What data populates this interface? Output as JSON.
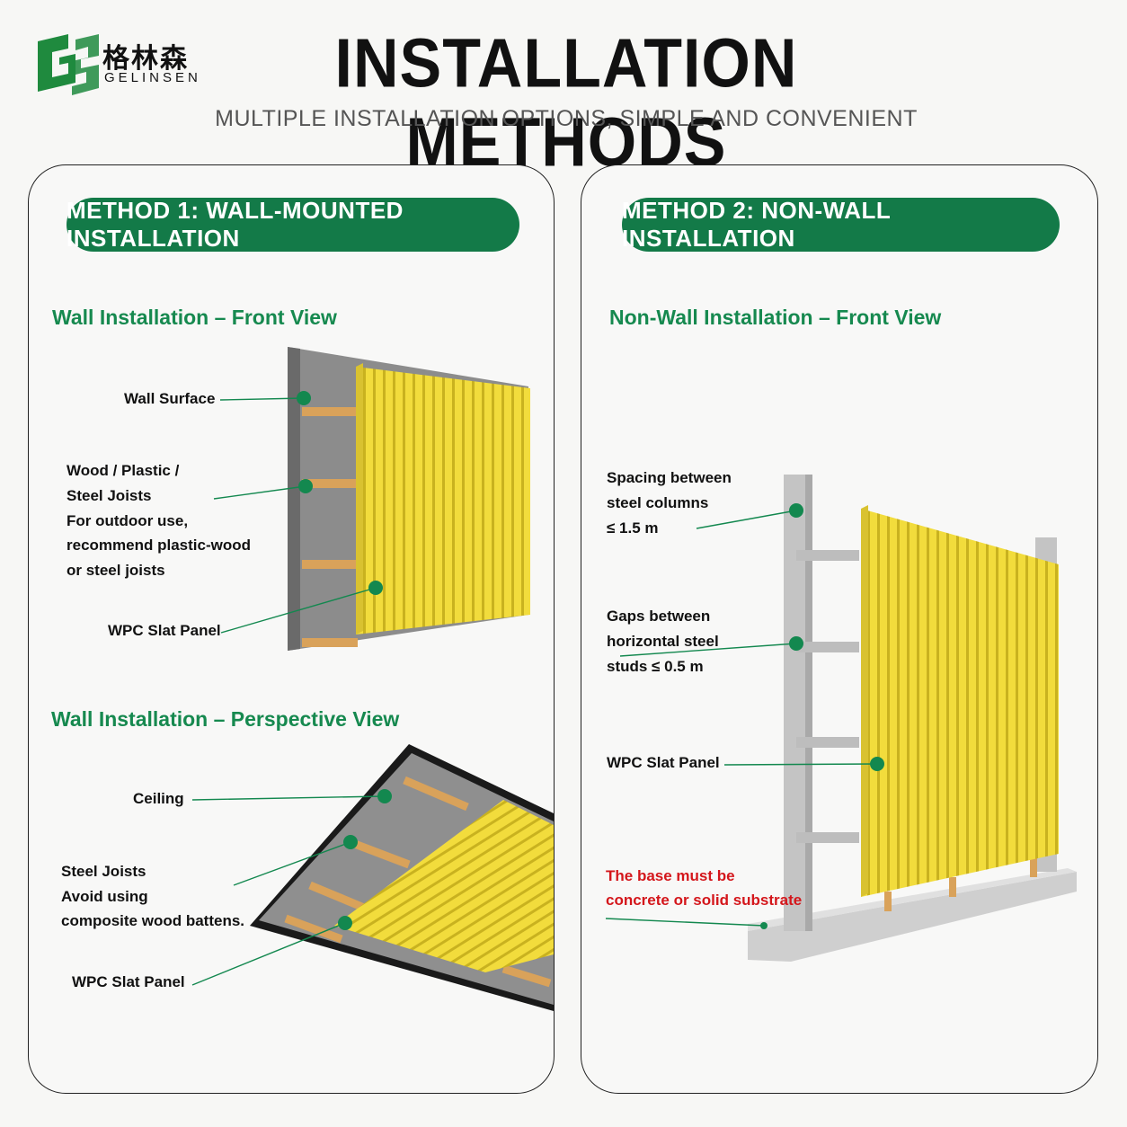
{
  "brand": {
    "name_cn": "格林森",
    "name_en": "GELINSEN",
    "color_green": "#137a48"
  },
  "header": {
    "title": "INSTALLATION METHODS",
    "subtitle": "MULTIPLE INSTALLATION OPTIONS, SIMPLE AND CONVENIENT"
  },
  "method1": {
    "title": "METHOD 1: WALL-MOUNTED INSTALLATION",
    "front_view": {
      "heading": "Wall Installation – Front View",
      "labels": {
        "wall_surface": "Wall Surface",
        "joists_1": "Wood / Plastic /",
        "joists_2": "Steel Joists",
        "joists_3": "For outdoor use,",
        "joists_4": "recommend plastic-wood",
        "joists_5": "or steel joists",
        "panel": "WPC Slat Panel"
      }
    },
    "perspective_view": {
      "heading": "Wall Installation – Perspective View",
      "labels": {
        "ceiling": "Ceiling",
        "joists_1": "Steel Joists",
        "joists_2": "Avoid using",
        "joists_3": "composite wood battens.",
        "panel": "WPC Slat Panel"
      }
    }
  },
  "method2": {
    "title": "METHOD 2: NON-WALL INSTALLATION",
    "front_view": {
      "heading": "Non-Wall Installation – Front View",
      "labels": {
        "spacing_1": "Spacing between",
        "spacing_2": "steel columns",
        "spacing_3": "≤ 1.5 m",
        "gaps_1": "Gaps between",
        "gaps_2": "horizontal steel",
        "gaps_3": "studs ≤ 0.5 m",
        "panel": "WPC Slat Panel",
        "base_1": "The base must be",
        "base_2": "concrete or solid substrate"
      }
    }
  },
  "colors": {
    "slat_yellow": "#f2dc3c",
    "slat_shadow": "#c9b21f",
    "wall_gray": "#8a8a8a",
    "joist_wood": "#d9a25a",
    "steel": "#c4c4c4",
    "callout_dot": "#13884f",
    "warning_red": "#d4161b"
  }
}
